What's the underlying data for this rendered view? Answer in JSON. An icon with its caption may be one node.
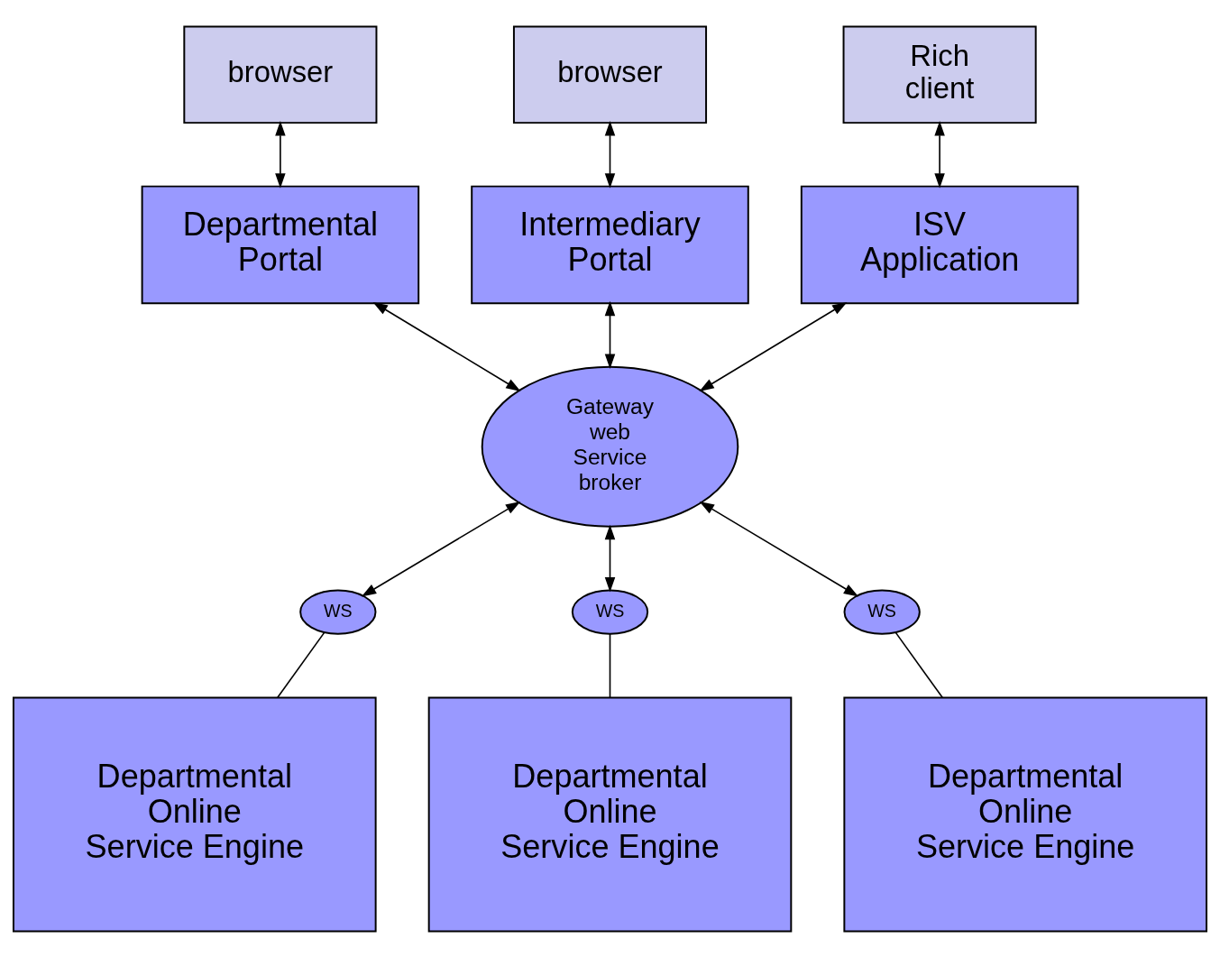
{
  "diagram": {
    "nodes": [
      {
        "text": [
          "browser"
        ]
      },
      {
        "text": [
          "browser"
        ]
      },
      {
        "text": [
          "Rich client"
        ]
      },
      {
        "text": [
          "Departmental Portal"
        ]
      },
      {
        "text": [
          "Intermediary Portal"
        ]
      },
      {
        "text": [
          "ISV Application"
        ]
      },
      {
        "text": [
          "Gateway web Service broker"
        ]
      },
      {
        "text": [
          "WS"
        ]
      },
      {
        "text": [
          "WS"
        ]
      },
      {
        "text": [
          "WS"
        ]
      },
      {
        "text": [
          "Departmental Online Service Engine"
        ]
      },
      {
        "text": [
          "Departmental Online Service Engine"
        ]
      },
      {
        "text": [
          "Departmental Online Service Engine"
        ]
      }
    ],
    "edges": [
      {
        "from": 0,
        "to": 3,
        "arrow": "both"
      },
      {
        "from": 1,
        "to": 4,
        "arrow": "both"
      },
      {
        "from": 2,
        "to": 5,
        "arrow": "both"
      },
      {
        "from": 3,
        "to": 6,
        "arrow": "both"
      },
      {
        "from": 4,
        "to": 6,
        "arrow": "both"
      },
      {
        "from": 5,
        "to": 6,
        "arrow": "both"
      },
      {
        "from": 6,
        "to": 7,
        "arrow": "both"
      },
      {
        "from": 6,
        "to": 8,
        "arrow": "both"
      },
      {
        "from": 6,
        "to": 9,
        "arrow": "both"
      },
      {
        "from": 7,
        "to": 10,
        "arrow": "none"
      },
      {
        "from": 8,
        "to": 11,
        "arrow": "none"
      },
      {
        "from": 9,
        "to": 12,
        "arrow": "none"
      }
    ]
  }
}
